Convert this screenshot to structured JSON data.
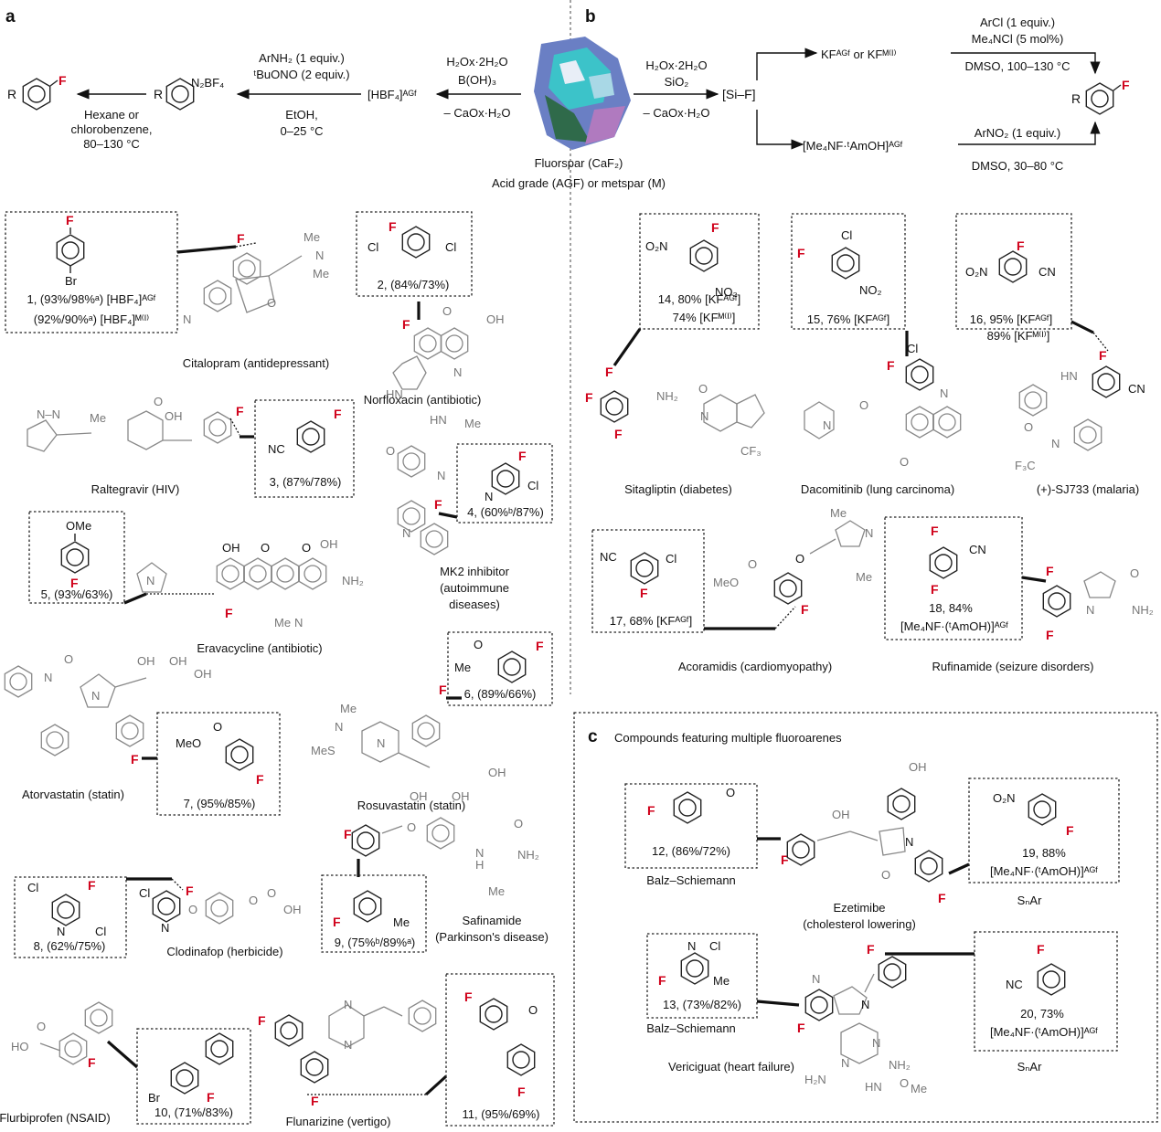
{
  "panels": {
    "a": "a",
    "b": "b",
    "c": "c"
  },
  "scheme_a": {
    "ar_label": "R",
    "diazonium": "N₂BF₄",
    "step1_above": [
      "ArNH₂ (1 equiv.)",
      "ᵗBuONO (2 equiv.)"
    ],
    "step1_below": [
      "EtOH,",
      "0–25 °C"
    ],
    "step2_below": [
      "Hexane or",
      "chlorobenzene,",
      "80–130 °C"
    ],
    "hbf4": "[HBF₄]ᴬᴳᶠ",
    "step0_above": [
      "H₂Ox·2H₂O",
      "B(OH)₃"
    ],
    "step0_below": "– CaOx·H₂O"
  },
  "fluorspar": {
    "label": "Fluorspar (CaF₂)",
    "grade": "Acid grade (AGF) or metspar (M)"
  },
  "scheme_b": {
    "step0_above": [
      "H₂Ox·2H₂O",
      "SiO₂"
    ],
    "step0_below": "– CaOx·H₂O",
    "si_f": "[Si–F]",
    "kf": "KFᴬᴳᶠ or KFᴹ⁽ᴵ⁾",
    "top_above": [
      "ArCl (1 equiv.)",
      "Me₄NCl (5 mol%)"
    ],
    "top_below": "DMSO, 100–130 °C",
    "me4nf": "[Me₄NF·ᵗAmOH]ᴬᴳᶠ",
    "bottom_above": "ArNO₂ (1 equiv.)",
    "bottom_below": "DMSO, 30–80 °C"
  },
  "compounds_a": [
    {
      "id": "1",
      "lines": [
        "1, (93%/98%ᵃ) [HBF₄]ᴬᴳᶠ",
        "(92%/90%ᵃ) [HBF₄]ᴹ⁽ᴵ⁾"
      ]
    },
    {
      "id": "2",
      "lines": [
        "2, (84%/73%)"
      ]
    },
    {
      "id": "3",
      "lines": [
        "3, (87%/78%)"
      ]
    },
    {
      "id": "4",
      "lines": [
        "4, (60%ᵇ/87%)"
      ]
    },
    {
      "id": "5",
      "lines": [
        "5, (93%/63%)"
      ]
    },
    {
      "id": "6",
      "lines": [
        "6, (89%/66%)"
      ]
    },
    {
      "id": "7",
      "lines": [
        "7, (95%/85%)"
      ]
    },
    {
      "id": "8",
      "lines": [
        "8, (62%/75%)"
      ]
    },
    {
      "id": "9",
      "lines": [
        "9, (75%ᵇ/89%ᵃ)"
      ]
    },
    {
      "id": "10",
      "lines": [
        "10, (71%/83%)"
      ]
    },
    {
      "id": "11",
      "lines": [
        "11, (95%/69%)"
      ]
    }
  ],
  "drugs_a": {
    "citalopram": "Citalopram (antidepressant)",
    "norfloxacin": "Norfloxacin (antibiotic)",
    "raltegravir": "Raltegravir (HIV)",
    "mk2": [
      "MK2 inhibitor",
      "(autoimmune",
      "diseases)"
    ],
    "eravacycline": "Eravacycline (antibiotic)",
    "atorvastatin": "Atorvastatin (statin)",
    "rosuvastatin": "Rosuvastatin (statin)",
    "clodinafop": "Clodinafop (herbicide)",
    "safinamide": [
      "Safinamide",
      "(Parkinson's disease)"
    ],
    "flurbiprofen": "Flurbiprofen (NSAID)",
    "flunarizine": "Flunarizine (vertigo)"
  },
  "compounds_b": [
    {
      "id": "14",
      "lines": [
        "14, 80% [KFᴬᴳᶠ]",
        "74% [KFᴹ⁽ᴵ⁾]"
      ]
    },
    {
      "id": "15",
      "lines": [
        "15, 76% [KFᴬᴳᶠ]"
      ]
    },
    {
      "id": "16",
      "lines": [
        "16, 95% [KFᴬᴳᶠ]",
        "89% [KFᴹ⁽ᴵ⁾]"
      ]
    },
    {
      "id": "17",
      "lines": [
        "17, 68% [KFᴬᴳᶠ]"
      ]
    },
    {
      "id": "18",
      "lines": [
        "18, 84%",
        "[Me₄NF·(ᵗAmOH)]ᴬᴳᶠ"
      ]
    }
  ],
  "drugs_b": {
    "sitagliptin": "Sitagliptin (diabetes)",
    "dacomitinib": "Dacomitinib (lung carcinoma)",
    "sj733": "(+)-SJ733 (malaria)",
    "acoramidis": "Acoramidis (cardiomyopathy)",
    "rufinamide": "Rufinamide (seizure disorders)"
  },
  "panel_c": {
    "title": "Compounds featuring multiple fluoroarenes",
    "c12": "12, (86%/72%)",
    "c19": [
      "19, 88%",
      "[Me₄NF·(ᵗAmOH)]ᴬᴳᶠ"
    ],
    "c13": "13, (73%/82%)",
    "c20": [
      "20, 73%",
      "[Me₄NF·(ᵗAmOH)]ᴬᴳᶠ"
    ],
    "balz1": "Balz–Schiemann",
    "balz2": "Balz–Schiemann",
    "snar1": "SₙAr",
    "snar2": "SₙAr",
    "ezetimibe": [
      "Ezetimibe",
      "(cholesterol lowering)"
    ],
    "vericiguat": "Vericiguat (heart failure)"
  },
  "colors": {
    "fluorine": "#d0021b",
    "grey_structure": "#888888"
  }
}
